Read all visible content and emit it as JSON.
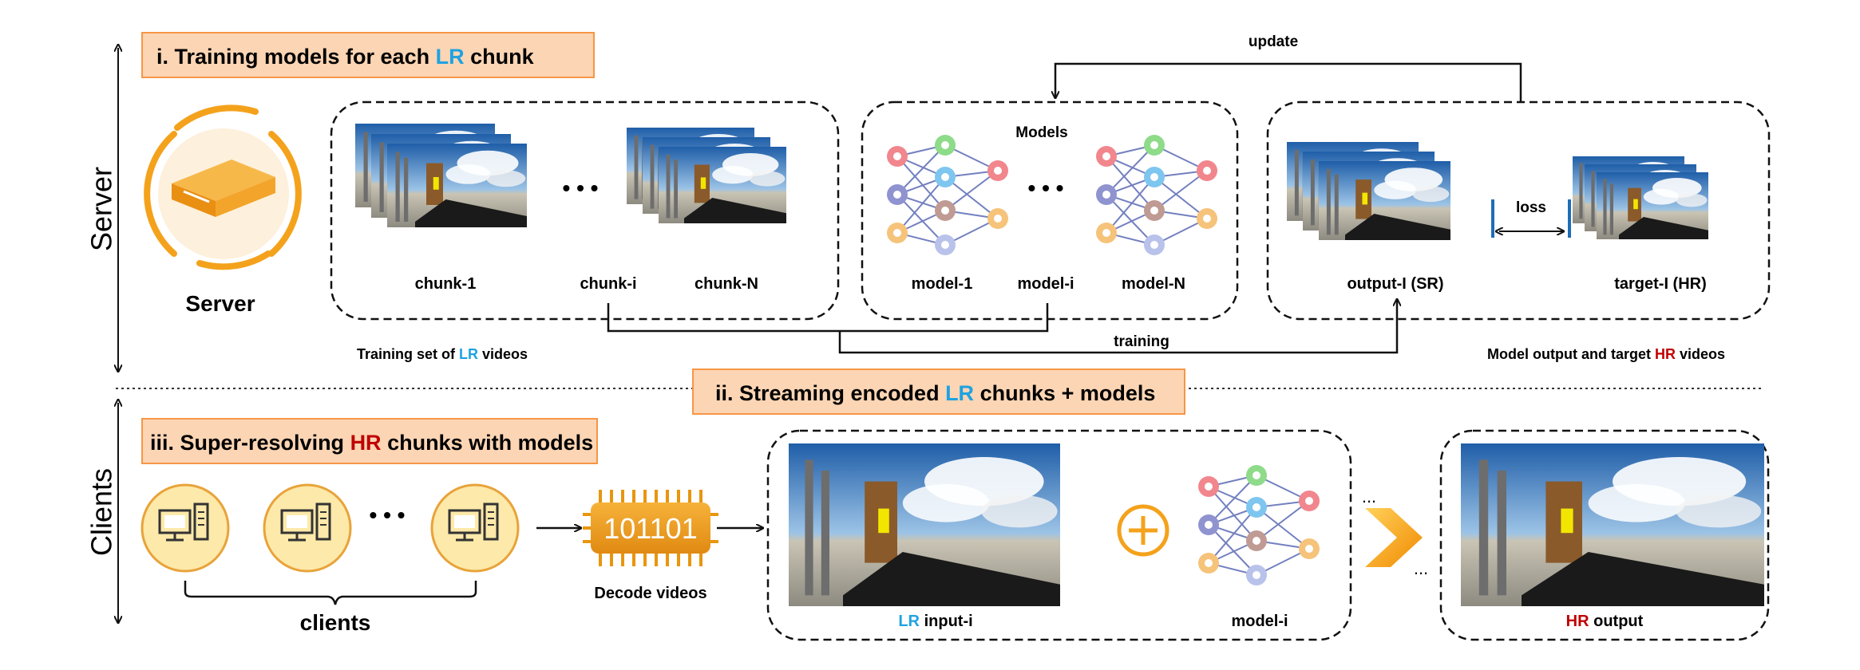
{
  "side_labels": {
    "server": "Server",
    "clients": "Clients"
  },
  "banners": {
    "training": {
      "before": "i. Training models for each ",
      "lr": "LR",
      "after": " chunk"
    },
    "streaming": {
      "before": "ii. Streaming encoded ",
      "lr": "LR",
      "after": " chunks + models"
    },
    "super_resolving": {
      "before": "iii. Super-resolving ",
      "hr": "HR",
      "after": " chunks with models"
    }
  },
  "server": {
    "label": "Server"
  },
  "training_set": {
    "chunk_labels": [
      "chunk-1",
      "chunk-i",
      "chunk-N"
    ],
    "caption_before": "Training set of ",
    "caption_lr": "LR",
    "caption_after": " videos"
  },
  "models_box": {
    "title": "Models",
    "labels": [
      "model-1",
      "model-i",
      "model-N"
    ]
  },
  "outputs_box": {
    "output_label": "output-I (SR)",
    "target_label": "target-I (HR)",
    "loss_label": "loss",
    "caption_before": "Model output and target ",
    "caption_hr": "HR",
    "caption_after": " videos"
  },
  "arrows": {
    "update_label": "update",
    "training_label": "training"
  },
  "ellipsis": "• • •",
  "small_dots": "...",
  "clients": {
    "label": "clients"
  },
  "decoder": {
    "chip_text": "101101",
    "label": "Decode videos"
  },
  "client_pipeline": {
    "input_lr": "LR",
    "input_after": " input-i",
    "model_label": "model-i",
    "output_hr": "HR",
    "output_after": " output"
  },
  "colors": {
    "lr_blue": "#1fa2e0",
    "hr_red": "#c00000",
    "banner_fill": "#fcd5b4",
    "banner_border": "#f79646",
    "server_orange": "#f4a21c",
    "client_fill": "#fde9a9",
    "client_border": "#e8a33a"
  }
}
